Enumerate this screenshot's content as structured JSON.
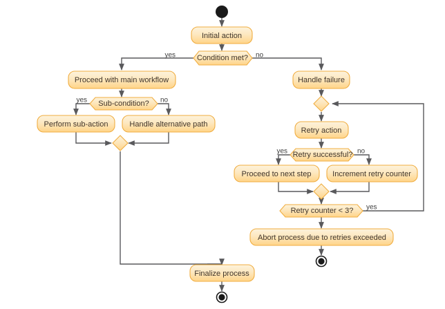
{
  "diagram": {
    "type": "uml-activity-diagram",
    "title": "",
    "colors": {
      "node_fill_top": "#fdf0d2",
      "node_fill_bottom": "#ffd488",
      "node_stroke": "#f0ad40",
      "edge_stroke": "#59595c",
      "text": "#40352b",
      "guard_text": "#3a3a3a",
      "terminal_fill": "#1a1a1a",
      "background": "#ffffff"
    },
    "nodes": {
      "start": {
        "kind": "initial-node",
        "label": ""
      },
      "initial_action": {
        "kind": "action",
        "label": "Initial action"
      },
      "condition_met": {
        "kind": "decision",
        "label": "Condition met?"
      },
      "proceed_main": {
        "kind": "action",
        "label": "Proceed with main workflow"
      },
      "sub_condition": {
        "kind": "decision",
        "label": "Sub-condition?"
      },
      "perform_sub_action": {
        "kind": "action",
        "label": "Perform sub-action"
      },
      "handle_alternative": {
        "kind": "action",
        "label": "Handle alternative path"
      },
      "merge_left": {
        "kind": "merge",
        "label": ""
      },
      "handle_failure": {
        "kind": "action",
        "label": "Handle failure"
      },
      "merge_retry_top": {
        "kind": "merge",
        "label": ""
      },
      "retry_action": {
        "kind": "action",
        "label": "Retry action"
      },
      "retry_successful": {
        "kind": "decision",
        "label": "Retry successful?"
      },
      "proceed_next_step": {
        "kind": "action",
        "label": "Proceed to next step"
      },
      "increment_retry": {
        "kind": "action",
        "label": "Increment retry counter"
      },
      "merge_retry_bottom": {
        "kind": "merge",
        "label": ""
      },
      "retry_counter_lt3": {
        "kind": "decision",
        "label": "Retry counter < 3?"
      },
      "abort_process": {
        "kind": "action",
        "label": "Abort process due to retries exceeded"
      },
      "end_right": {
        "kind": "final-node",
        "label": ""
      },
      "finalize_process": {
        "kind": "action",
        "label": "Finalize process"
      },
      "end_bottom": {
        "kind": "final-node",
        "label": ""
      }
    },
    "guards": {
      "condition_yes": "yes",
      "condition_no": "no",
      "sub_condition_yes": "yes",
      "sub_condition_no": "no",
      "retry_yes": "yes",
      "retry_no": "no",
      "counter_yes": "yes"
    },
    "edges": [
      {
        "from": "start",
        "to": "initial_action",
        "guard": ""
      },
      {
        "from": "initial_action",
        "to": "condition_met",
        "guard": ""
      },
      {
        "from": "condition_met",
        "to": "proceed_main",
        "guard": "yes"
      },
      {
        "from": "condition_met",
        "to": "handle_failure",
        "guard": "no"
      },
      {
        "from": "proceed_main",
        "to": "sub_condition",
        "guard": ""
      },
      {
        "from": "sub_condition",
        "to": "perform_sub_action",
        "guard": "yes"
      },
      {
        "from": "sub_condition",
        "to": "handle_alternative",
        "guard": "no"
      },
      {
        "from": "perform_sub_action",
        "to": "merge_left",
        "guard": ""
      },
      {
        "from": "handle_alternative",
        "to": "merge_left",
        "guard": ""
      },
      {
        "from": "merge_left",
        "to": "finalize_process",
        "guard": ""
      },
      {
        "from": "handle_failure",
        "to": "merge_retry_top",
        "guard": ""
      },
      {
        "from": "merge_retry_top",
        "to": "retry_action",
        "guard": ""
      },
      {
        "from": "retry_action",
        "to": "retry_successful",
        "guard": ""
      },
      {
        "from": "retry_successful",
        "to": "proceed_next_step",
        "guard": "yes"
      },
      {
        "from": "retry_successful",
        "to": "increment_retry",
        "guard": "no"
      },
      {
        "from": "proceed_next_step",
        "to": "merge_retry_bottom",
        "guard": ""
      },
      {
        "from": "increment_retry",
        "to": "merge_retry_bottom",
        "guard": ""
      },
      {
        "from": "merge_retry_bottom",
        "to": "retry_counter_lt3",
        "guard": ""
      },
      {
        "from": "retry_counter_lt3",
        "to": "merge_retry_top",
        "guard": "yes"
      },
      {
        "from": "retry_counter_lt3",
        "to": "abort_process",
        "guard": ""
      },
      {
        "from": "abort_process",
        "to": "end_right",
        "guard": ""
      },
      {
        "from": "finalize_process",
        "to": "end_bottom",
        "guard": ""
      }
    ]
  }
}
